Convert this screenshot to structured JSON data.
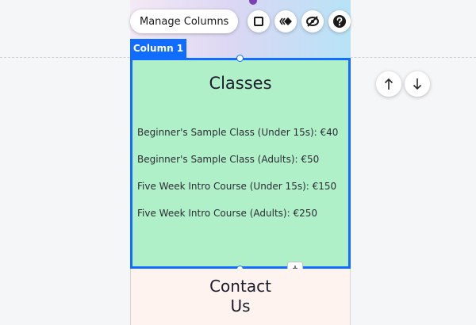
{
  "toolbar": {
    "manage_columns_label": "Manage Columns",
    "icons": [
      "square-icon",
      "animation-icon",
      "hide-icon",
      "help-icon"
    ]
  },
  "column": {
    "tag_label": "Column 1",
    "title": "Classes",
    "items": [
      "Beginner's Sample Class (Under 15s): €40",
      "Beginner's Sample Class (Adults): €50",
      "Five Week Intro Course (Under 15s): €150",
      "Five Week Intro Course (Adults): €250"
    ]
  },
  "contact": {
    "title": "Contact\nUs"
  },
  "move": {
    "up_icon": "arrow-up-icon",
    "down_icon": "arrow-down-icon"
  },
  "colors": {
    "selection": "#116dff",
    "column_bg": "#b0f0c9",
    "contact_bg": "#fff3ef"
  }
}
